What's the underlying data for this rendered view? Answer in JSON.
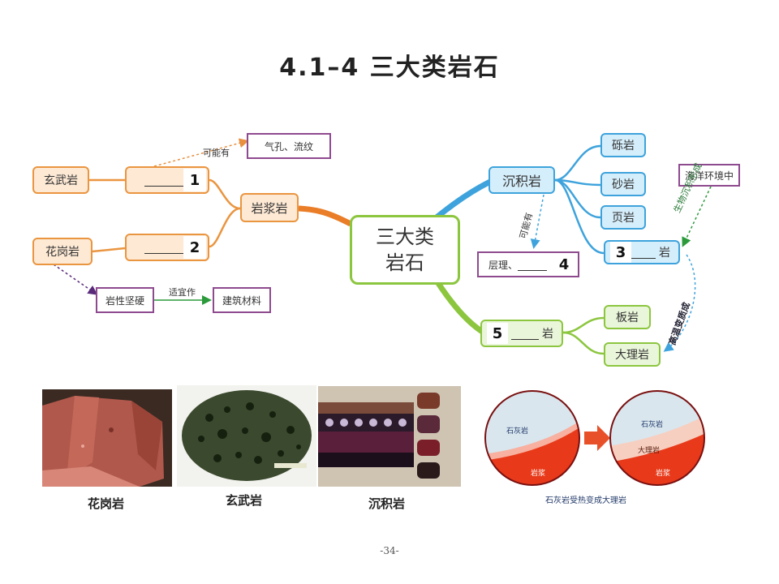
{
  "title": "4.1–4  三大类岩石",
  "center": {
    "line1": "三大类",
    "line2": "岩石"
  },
  "igneous": {
    "label": "岩浆岩",
    "blank1": "1",
    "blank2": "2",
    "basalt": "玄武岩",
    "granite": "花岗岩",
    "maybe_label": "可能有",
    "feature": "气孔、流纹",
    "hard": "岩性坚硬",
    "suitable_label": "适宜作",
    "building": "建筑材料"
  },
  "sedimentary": {
    "label": "沉积岩",
    "conglomerate": "砾岩",
    "sandstone": "砂岩",
    "shale": "页岩",
    "blank3_num": "3",
    "blank3_suffix": "岩",
    "marine": "海洋环境中",
    "bio_label": "生物沉积形成",
    "maybe_label": "可能有",
    "layer_prefix": "层理、",
    "blank4_num": "4"
  },
  "metamorphic": {
    "blank5_num": "5",
    "blank5_suffix": "岩",
    "slate": "板岩",
    "marble": "大理岩",
    "meta_label": "高温变质成"
  },
  "captions": {
    "granite": "花岗岩",
    "basalt": "玄武岩",
    "sedimentary": "沉积岩"
  },
  "diagram": {
    "limestone_left": "石灰岩",
    "magma_left": "岩浆",
    "limestone_right": "石灰岩",
    "marble_right": "大理岩",
    "magma_right": "岩浆",
    "caption": "石灰岩受热变成大理岩"
  },
  "page_number": "-34-"
}
